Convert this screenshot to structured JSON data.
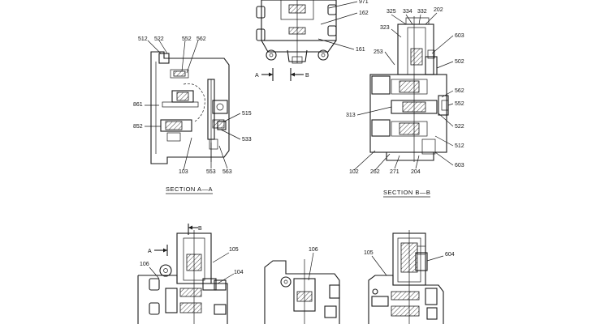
{
  "callouts": {
    "v971": "971",
    "v162": "162",
    "v161": "161",
    "a512": "512",
    "a522": "522",
    "a552": "552",
    "a562": "562",
    "a861": "861",
    "a852": "852",
    "a515": "515",
    "a533": "533",
    "a103": "103",
    "a553": "553",
    "a563": "563",
    "b325": "325",
    "b334": "334",
    "b332": "332",
    "b202": "202",
    "b323": "323",
    "b603a": "603",
    "b253": "253",
    "b502": "502",
    "b562": "562",
    "b313": "313",
    "b552": "552",
    "b522": "522",
    "b512": "512",
    "b603b": "603",
    "b102": "102",
    "b262": "262",
    "b271": "271",
    "b204": "204",
    "c105": "105",
    "c106": "106",
    "c104": "104",
    "d106": "106",
    "e105": "105",
    "e604": "604"
  },
  "section_marks": {
    "top_a": "A",
    "top_b": "B",
    "bottom_b": "B",
    "bottom_a": "A"
  },
  "captions": {
    "section_aa": "SECTION  A—A",
    "section_bb": "SECTION  B—B"
  }
}
